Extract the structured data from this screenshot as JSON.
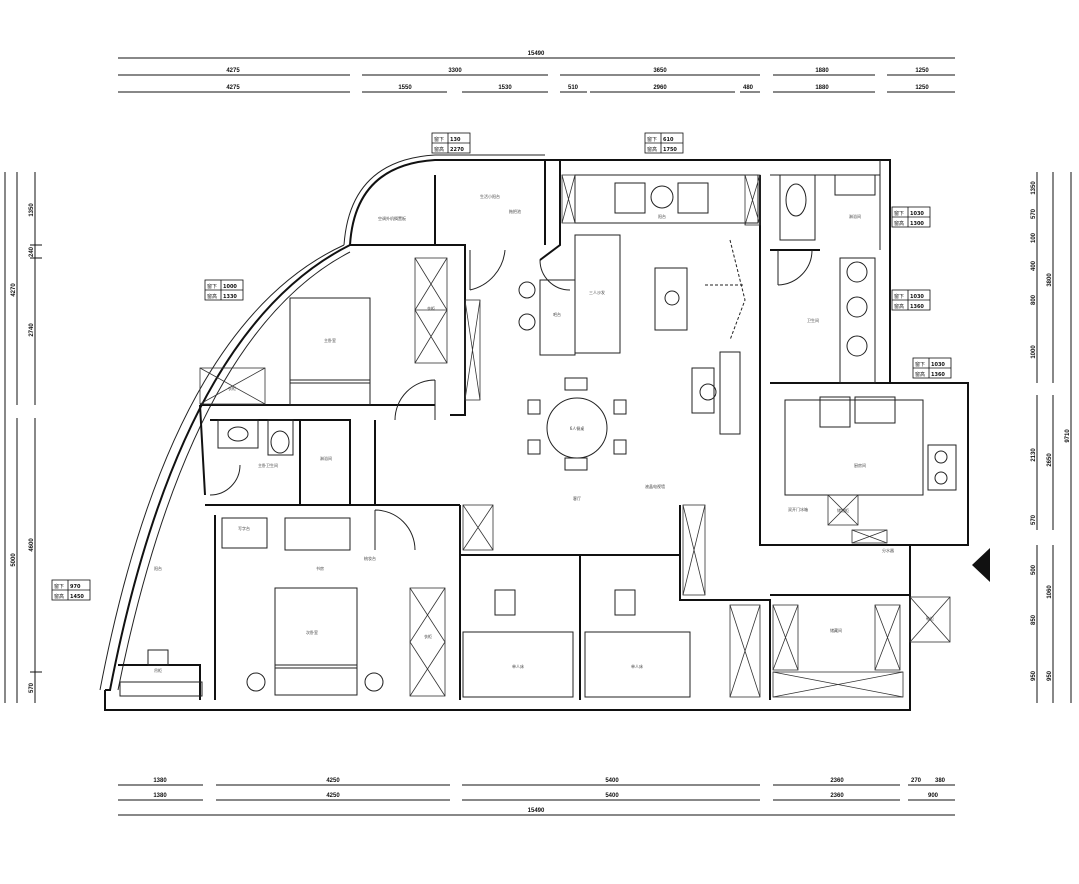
{
  "dimensions": {
    "top": {
      "total": "15490",
      "row2": [
        "4275",
        "3300",
        "3650",
        "1880",
        "1250"
      ],
      "row3": [
        "4275",
        "1550",
        "1530",
        "510",
        "2960",
        "480",
        "1880",
        "1250"
      ]
    },
    "bottom": {
      "row1": [
        "1380",
        "4250",
        "5400",
        "2360",
        "270",
        "380"
      ],
      "row2": [
        "1380",
        "4250",
        "5400",
        "2360",
        "900"
      ],
      "total": "15490"
    },
    "left": {
      "outer": [
        "4270",
        "5000"
      ],
      "inner": [
        "1350",
        "240",
        "2740",
        "4600",
        "570"
      ]
    },
    "right": {
      "inner": [
        "1350",
        "570",
        "100",
        "400",
        "800",
        "1000",
        "2130",
        "570",
        "500",
        "850",
        "950"
      ],
      "middle": [
        "3800",
        "2650",
        "1060",
        "950"
      ],
      "total": "9710"
    }
  },
  "window_tags": [
    {
      "sill_label": "窗下",
      "sill": "130",
      "height_label": "窗高",
      "height": "2270"
    },
    {
      "sill_label": "窗下",
      "sill": "610",
      "height_label": "窗高",
      "height": "1750"
    },
    {
      "sill_label": "窗下",
      "sill": "1030",
      "height_label": "窗高",
      "height": "1300"
    },
    {
      "sill_label": "窗下",
      "sill": "1030",
      "height_label": "窗高",
      "height": "1360"
    },
    {
      "sill_label": "窗下",
      "sill": "1030",
      "height_label": "窗高",
      "height": "1360"
    },
    {
      "sill_label": "窗下",
      "sill": "1000",
      "height_label": "窗高",
      "height": "1330"
    },
    {
      "sill_label": "窗下",
      "sill": "970",
      "height_label": "窗高",
      "height": "1450"
    }
  ],
  "rooms": {
    "balcony_top": "空调外机搁置板",
    "storage": "生活小阳台",
    "mop": "拖把池",
    "lounge": "阳台",
    "bar": "吧台",
    "sofa": "三人沙发",
    "master": "主卧室",
    "wardrobe": "衣柜",
    "closet": "衣柜",
    "bath1": "主卧卫生间",
    "shower1": "淋浴间",
    "dining": "6人餐桌",
    "living": "客厅",
    "tv": "液晶电视墙",
    "bath2": "卫生间",
    "shower2": "淋浴间",
    "kitchen": "厨房间",
    "fridge": "双开门冰箱",
    "cabinet": "储物柜",
    "water": "分水器",
    "second": "次卧室",
    "desk": "写字台",
    "dresser": "梳妆台",
    "study": "书房",
    "bed1": "单人床",
    "bed2": "单人床",
    "balcony_left": "阳台",
    "seat": "吊柜",
    "storage_room": "储藏间",
    "shoes": "鞋柜",
    "closet2": "衣柜"
  }
}
